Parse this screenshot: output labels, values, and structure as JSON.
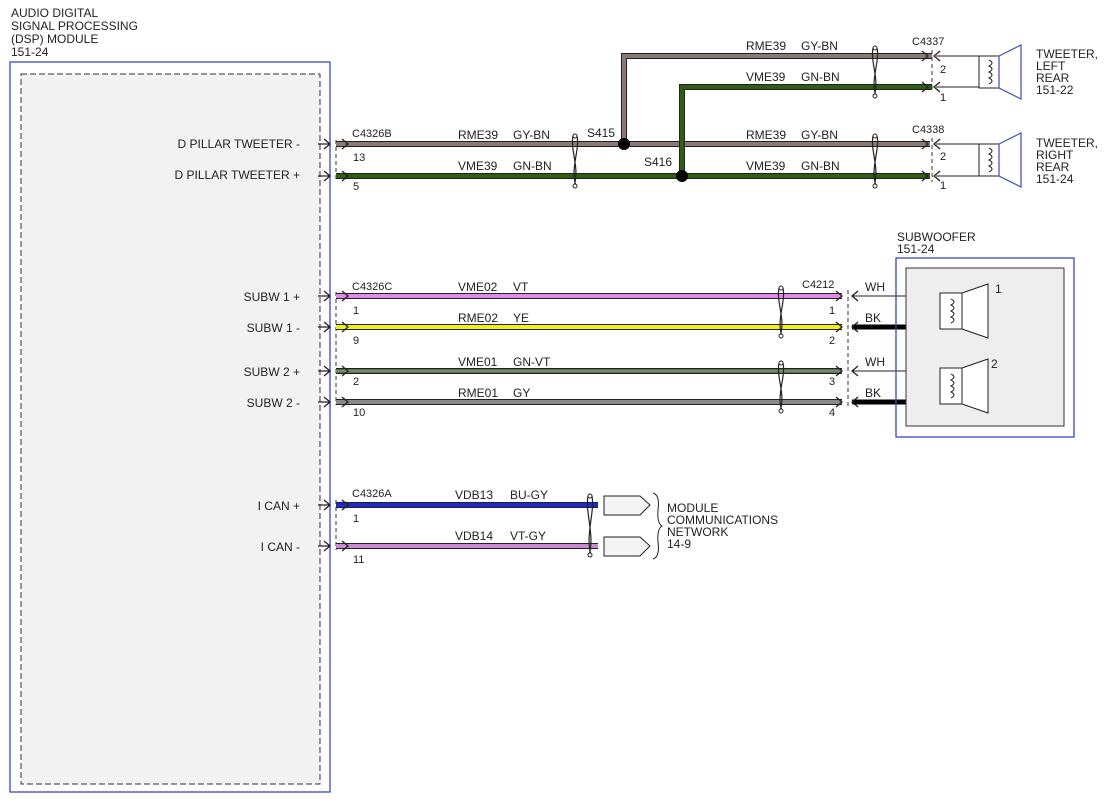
{
  "dsp_module": {
    "title_lines": [
      "AUDIO DIGITAL",
      "SIGNAL PROCESSING",
      "(DSP) MODULE",
      "151-24"
    ],
    "pins": {
      "d_pillar_tweeter_neg": "D PILLAR TWEETER -",
      "d_pillar_tweeter_pos": "D PILLAR TWEETER +",
      "subw1_pos": "SUBW 1 +",
      "subw1_neg": "SUBW 1 -",
      "subw2_pos": "SUBW 2 +",
      "subw2_neg": "SUBW 2 -",
      "ican_pos": "I CAN +",
      "ican_neg": "I CAN -"
    }
  },
  "connectors": {
    "c4326b": {
      "label": "C4326B",
      "pin_a": "13",
      "pin_b": "5"
    },
    "c4326c": {
      "label": "C4326C",
      "pin_a": "1",
      "pin_b": "9",
      "pin_c": "2",
      "pin_d": "10"
    },
    "c4326a": {
      "label": "C4326A",
      "pin_a": "1",
      "pin_b": "11"
    },
    "c4337": {
      "label": "C4337",
      "pin_a": "2",
      "pin_b": "1"
    },
    "c4338": {
      "label": "C4338",
      "pin_a": "2",
      "pin_b": "1"
    },
    "c4212": {
      "label": "C4212",
      "pin_a": "1",
      "pin_b": "2",
      "pin_c": "3",
      "pin_d": "4"
    }
  },
  "splices": {
    "s415": "S415",
    "s416": "S416"
  },
  "wires": {
    "rme39_main": {
      "circuit": "RME39",
      "color_code": "GY-BN"
    },
    "vme39_main": {
      "circuit": "VME39",
      "color_code": "GN-BN"
    },
    "rme39_left": {
      "circuit": "RME39",
      "color_code": "GY-BN"
    },
    "vme39_left": {
      "circuit": "VME39",
      "color_code": "GN-BN"
    },
    "rme39_right": {
      "circuit": "RME39",
      "color_code": "GY-BN"
    },
    "vme39_right": {
      "circuit": "VME39",
      "color_code": "GN-BN"
    },
    "vme02": {
      "circuit": "VME02",
      "color_code": "VT"
    },
    "rme02": {
      "circuit": "RME02",
      "color_code": "YE"
    },
    "vme01": {
      "circuit": "VME01",
      "color_code": "GN-VT"
    },
    "rme01": {
      "circuit": "RME01",
      "color_code": "GY"
    },
    "vdb13": {
      "circuit": "VDB13",
      "color_code": "BU-GY"
    },
    "vdb14": {
      "circuit": "VDB14",
      "color_code": "VT-GY"
    }
  },
  "tweeter_left": {
    "lines": [
      "TWEETER,",
      "LEFT",
      "REAR",
      "151-22"
    ]
  },
  "tweeter_right": {
    "lines": [
      "TWEETER,",
      "RIGHT",
      "REAR",
      "151-24"
    ]
  },
  "subwoofer": {
    "title": "SUBWOOFER",
    "ref": "151-24",
    "lead_wh_1": "WH",
    "lead_bk_1": "BK",
    "lead_wh_2": "WH",
    "lead_bk_2": "BK",
    "coil_1": "1",
    "coil_2": "2"
  },
  "network": {
    "lines": [
      "MODULE",
      "COMMUNICATIONS",
      "NETWORK",
      "14-9"
    ]
  },
  "colors": {
    "gray_brown": "#8c7874",
    "green_brown": "#2f5d14",
    "violet": "#e08ae6",
    "yellow": "#f2f20a",
    "green_violet": "#4a7a3c",
    "gray": "#8a8a8a",
    "blue": "#1a2ad0",
    "violet_gray": "#c98ad0",
    "module_border": "#3a46c8"
  }
}
